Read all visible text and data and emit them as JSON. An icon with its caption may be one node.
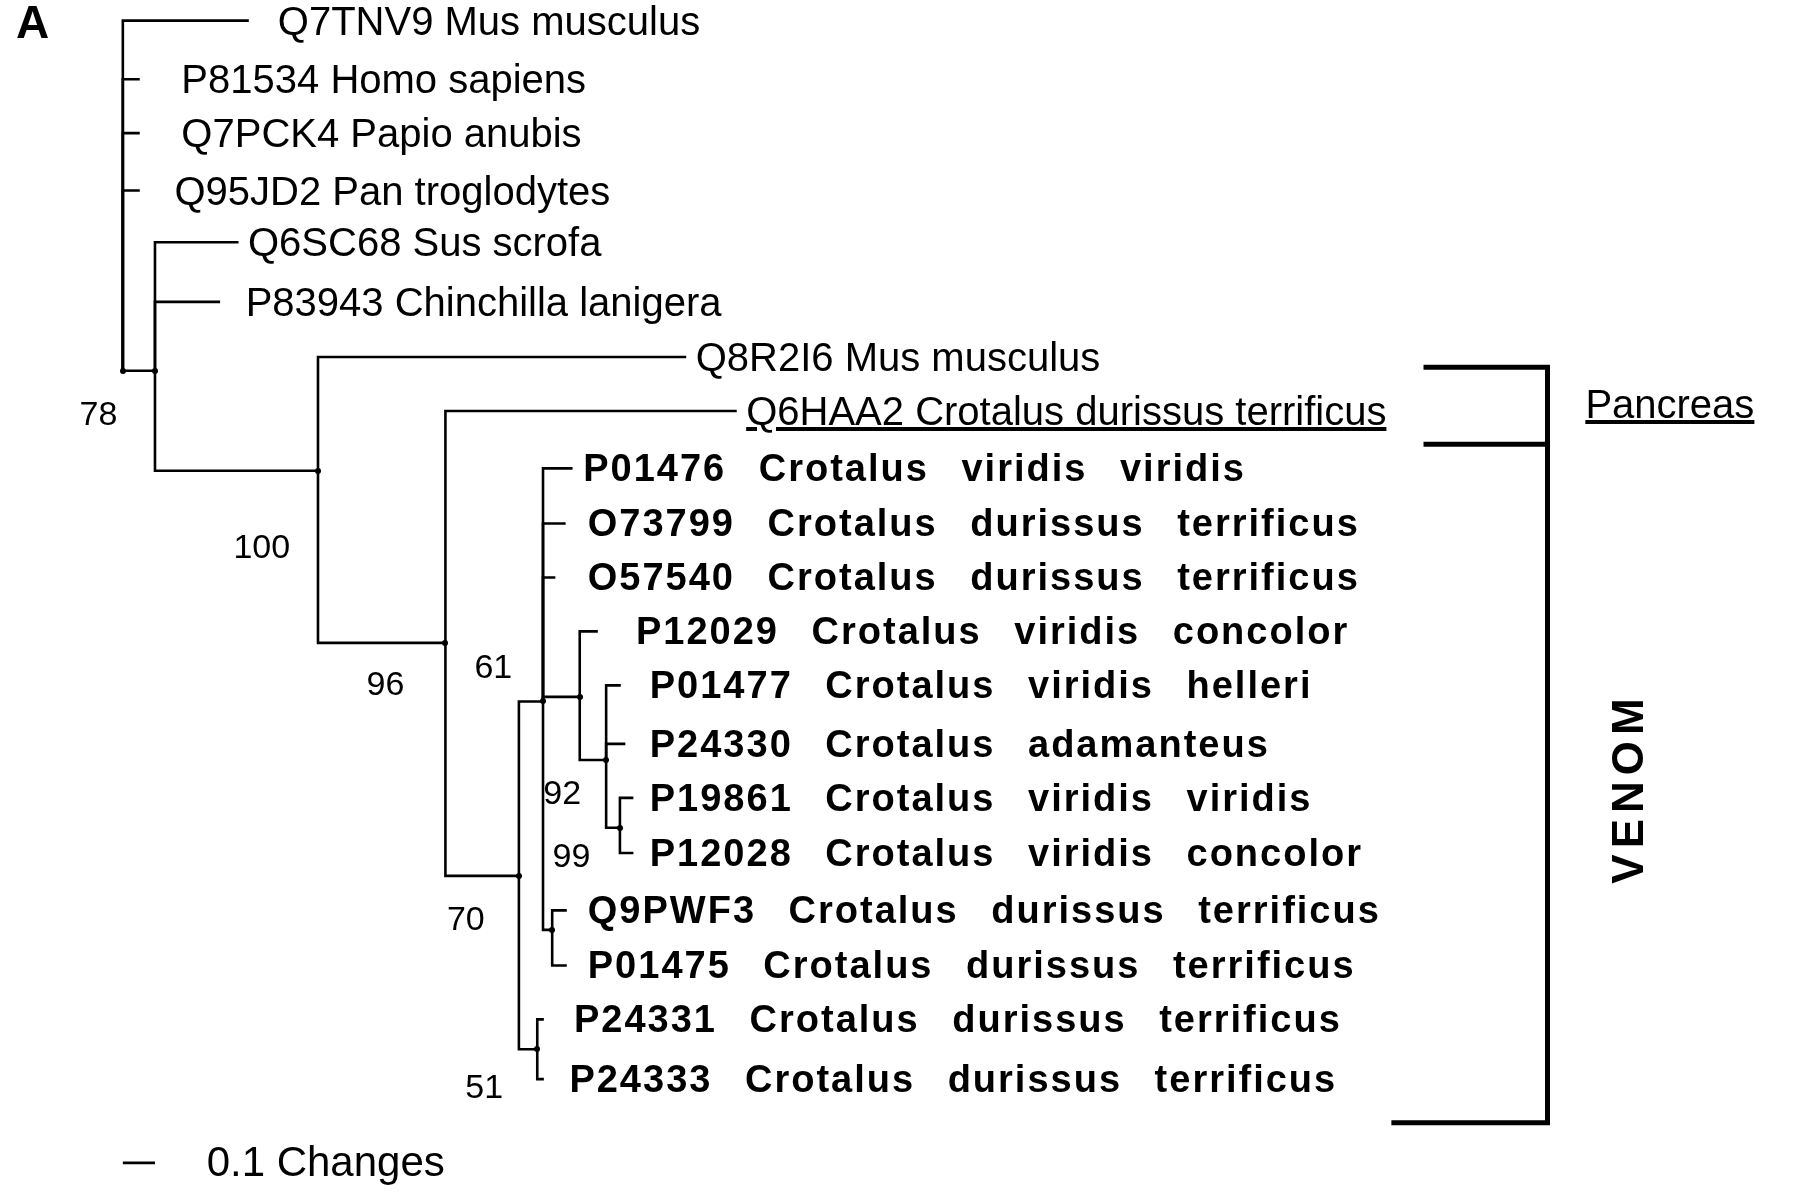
{
  "diagram": {
    "nodes": [
      {
        "text": [
          "Q7TNV9 Mus musculus"
        ]
      },
      {
        "text": [
          "P81534 Homo sapiens"
        ]
      },
      {
        "text": [
          "Q7PCK4 Papio anubis"
        ]
      },
      {
        "text": [
          "Q95JD2 Pan troglodytes"
        ]
      },
      {
        "text": [
          "Q6SC68 Sus scrofa"
        ]
      },
      {
        "text": [
          "P83943 Chinchilla lanigera"
        ]
      },
      {
        "text": [
          "Q8R2I6 Mus musculus"
        ]
      },
      {
        "text": [
          "Q6HAA2 Crotalus durissus terrificus"
        ]
      },
      {
        "text": [
          "P01476 Crotalus viridis viridis"
        ]
      },
      {
        "text": [
          "O73799 Crotalus durissus terrificus"
        ]
      },
      {
        "text": [
          "O57540 Crotalus durissus terrificus"
        ]
      },
      {
        "text": [
          "P12029 Crotalus viridis concolor"
        ]
      },
      {
        "text": [
          "P01477 Crotalus viridis helleri"
        ]
      },
      {
        "text": [
          "P24330 Crotalus adamanteus"
        ]
      },
      {
        "text": [
          "P19861 Crotalus viridis viridis"
        ]
      },
      {
        "text": [
          "P12028 Crotalus viridis concolor"
        ]
      },
      {
        "text": [
          "Q9PWF3 Crotalus durissus terrificus"
        ]
      },
      {
        "text": [
          "P01475 Crotalus durissus terrificus"
        ]
      },
      {
        "text": [
          "P24331 Crotalus durissus terrificus"
        ]
      },
      {
        "text": [
          "P24333 Crotalus durissus terrificus"
        ]
      },
      {
        "text": [],
        "shape": "point"
      },
      {
        "text": [],
        "shape": "point",
        "beside": [
          "78"
        ]
      },
      {
        "text": [],
        "shape": "point",
        "beside": [
          "100"
        ]
      },
      {
        "text": [],
        "shape": "point",
        "beside": [
          "96"
        ]
      },
      {
        "text": [],
        "shape": "point",
        "beside": [
          "70"
        ]
      },
      {
        "text": [],
        "shape": "point",
        "beside": [
          "51"
        ]
      },
      {
        "text": [],
        "shape": "point",
        "beside": [
          "61"
        ]
      },
      {
        "text": [],
        "shape": "point"
      },
      {
        "text": [],
        "shape": "point"
      },
      {
        "text": [],
        "shape": "point",
        "beside": [
          "92"
        ]
      },
      {
        "text": [],
        "shape": "point",
        "beside": [
          "99"
        ]
      }
    ],
    "edges": [
      {
        "from": 20,
        "to": 0,
        "arrow": "none"
      },
      {
        "from": 20,
        "to": 1,
        "arrow": "none"
      },
      {
        "from": 20,
        "to": 2,
        "arrow": "none"
      },
      {
        "from": 20,
        "to": 3,
        "arrow": "none"
      },
      {
        "from": 20,
        "to": 21,
        "arrow": "none"
      },
      {
        "from": 21,
        "to": 4,
        "arrow": "none"
      },
      {
        "from": 21,
        "to": 5,
        "arrow": "none"
      },
      {
        "from": 21,
        "to": 22,
        "arrow": "none"
      },
      {
        "from": 22,
        "to": 6,
        "arrow": "none"
      },
      {
        "from": 22,
        "to": 23,
        "arrow": "none"
      },
      {
        "from": 23,
        "to": 7,
        "arrow": "none"
      },
      {
        "from": 23,
        "to": 24,
        "arrow": "none"
      },
      {
        "from": 24,
        "to": 26,
        "arrow": "none"
      },
      {
        "from": 24,
        "to": 25,
        "arrow": "none"
      },
      {
        "from": 26,
        "to": 8,
        "arrow": "none"
      },
      {
        "from": 26,
        "to": 9,
        "arrow": "none"
      },
      {
        "from": 26,
        "to": 10,
        "arrow": "none"
      },
      {
        "from": 26,
        "to": 28,
        "arrow": "none"
      },
      {
        "from": 26,
        "to": 27,
        "arrow": "none"
      },
      {
        "from": 28,
        "to": 11,
        "arrow": "none"
      },
      {
        "from": 28,
        "to": 29,
        "arrow": "none"
      },
      {
        "from": 29,
        "to": 12,
        "arrow": "none"
      },
      {
        "from": 29,
        "to": 13,
        "arrow": "none"
      },
      {
        "from": 29,
        "to": 30,
        "arrow": "none"
      },
      {
        "from": 30,
        "to": 14,
        "arrow": "none"
      },
      {
        "from": 30,
        "to": 15,
        "arrow": "none"
      },
      {
        "from": 27,
        "to": 16,
        "arrow": "none"
      },
      {
        "from": 27,
        "to": 17,
        "arrow": "none"
      },
      {
        "from": 25,
        "to": 18,
        "arrow": "none"
      },
      {
        "from": 25,
        "to": 19,
        "arrow": "none"
      }
    ],
    "labels": [
      "A",
      "Pancreas",
      "VENOM",
      "0.1 Changes"
    ]
  }
}
